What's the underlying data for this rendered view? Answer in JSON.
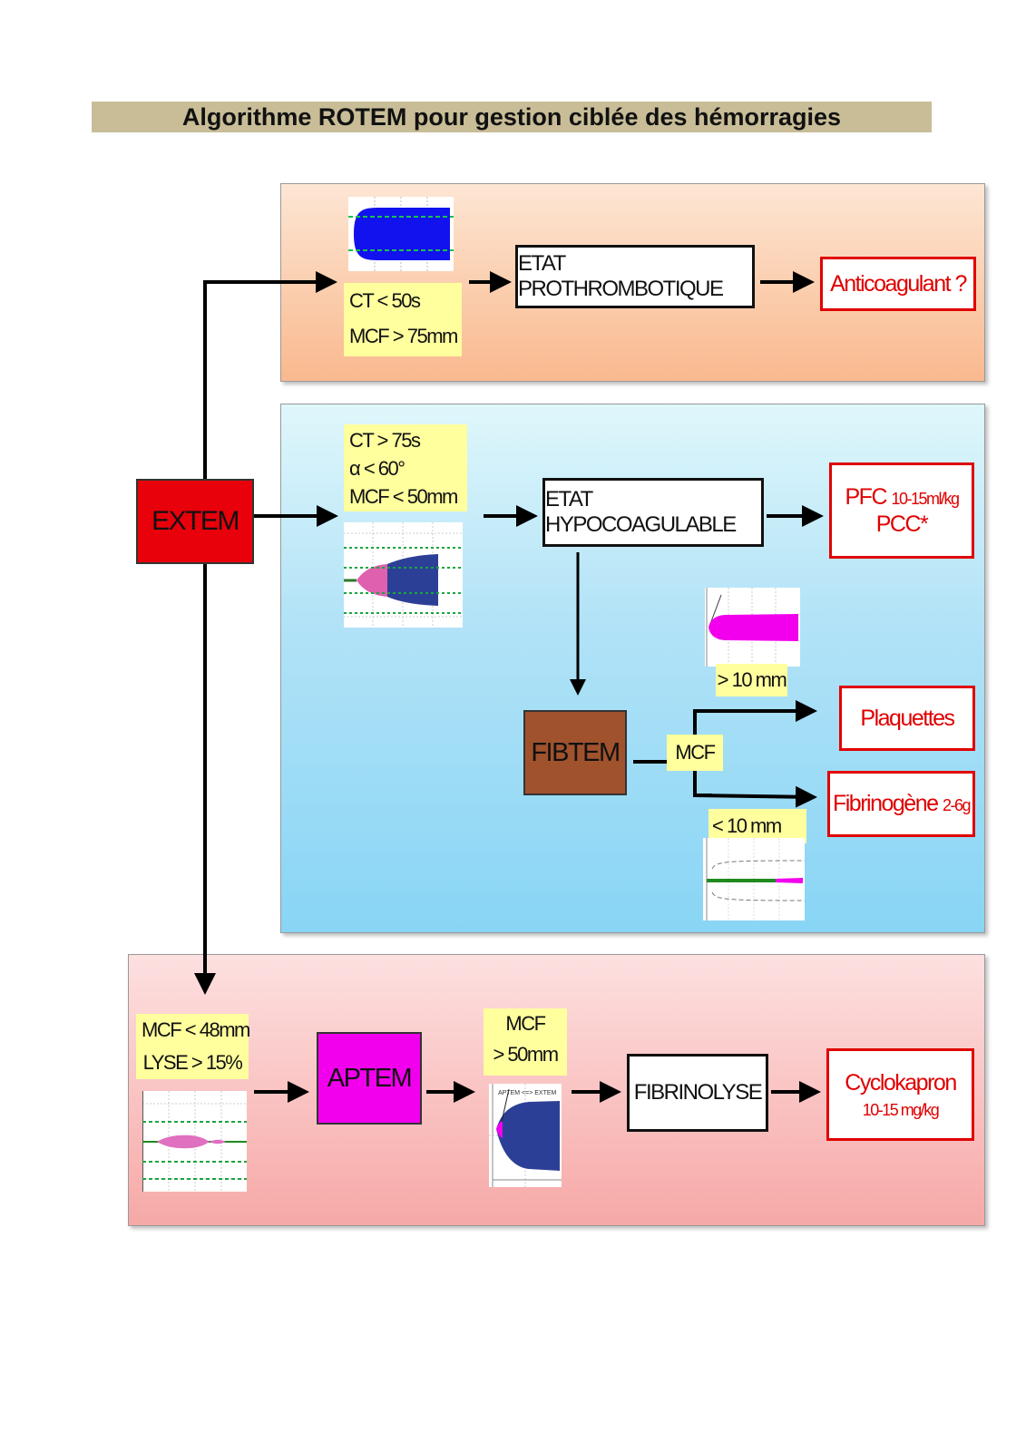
{
  "title": "Algorithme ROTEM pour gestion ciblée des hémorragies",
  "start": {
    "label": "EXTEM"
  },
  "prothrombotic": {
    "criteria": [
      "CT < 50s",
      "MCF > 75mm"
    ],
    "state": "ETAT PROTHROMBOTIQUE",
    "treatment": "Anticoagulant ?"
  },
  "hypocoagulable": {
    "criteria": [
      "CT > 75s",
      "α < 60°",
      "MCF < 50mm"
    ],
    "state": "ETAT HYPOCOAGULABLE",
    "treatment": {
      "line1_main": "PFC",
      "line1_small": "10-15ml/kg",
      "line2": "PCC*"
    },
    "fibtem": "FIBTEM",
    "mcf_label": "MCF",
    "branch_high": {
      "threshold": "> 10 mm",
      "treatment": "Plaquettes"
    },
    "branch_low": {
      "threshold": "< 10 mm",
      "treatment_main": "Fibrinogène",
      "treatment_small": "2-6g"
    }
  },
  "fibrinolysis": {
    "criteria": [
      "MCF < 48mm",
      "LYSE > 15%"
    ],
    "test": "APTEM",
    "aptem_criteria": [
      "MCF",
      "> 50mm"
    ],
    "thumb_caption": "APTEM <=> EXTEM",
    "state": "FIBRINOLYSE",
    "treatment": {
      "line1": "Cyclokapron",
      "line2": "10-15 mg/kg"
    }
  },
  "colors": {
    "extem": "#e8000b",
    "aptem": "#f200ee",
    "fibtem": "#a0522d",
    "criteria_bg": "#ffff9e",
    "treatment_border": "#e00000",
    "title_bg": "#c8bd97"
  }
}
